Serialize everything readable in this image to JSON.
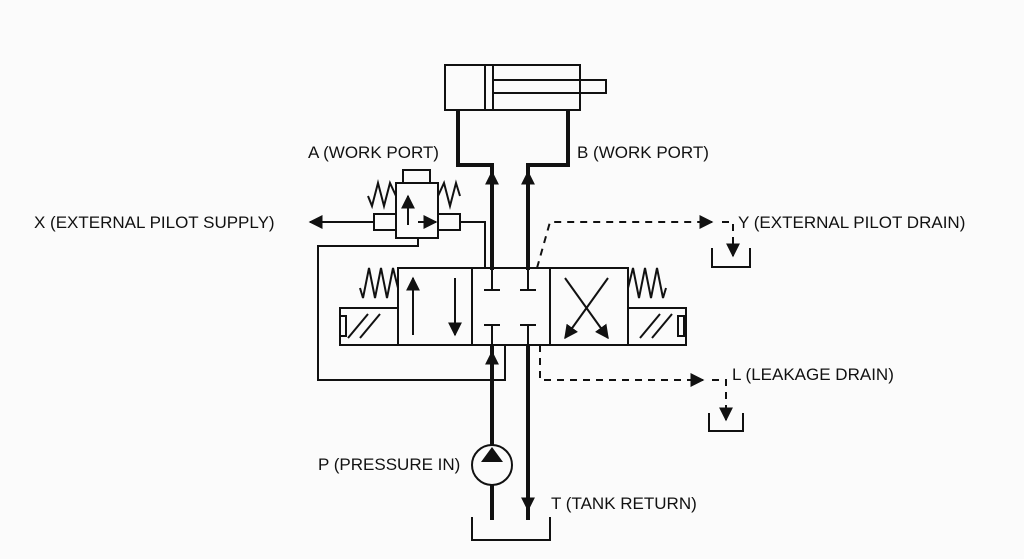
{
  "labels": {
    "a_port": "A (WORK PORT)",
    "b_port": "B (WORK PORT)",
    "x_pilot": "X (EXTERNAL PILOT SUPPLY)",
    "y_drain": "Y (EXTERNAL PILOT DRAIN)",
    "l_drain": "L (LEAKAGE DRAIN)",
    "p_in": "P (PRESSURE IN)",
    "t_return": "T (TANK RETURN)"
  }
}
